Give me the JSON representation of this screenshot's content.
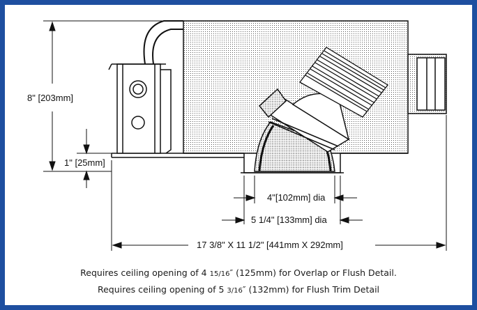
{
  "dimensions": {
    "height_overall": "8\" [203mm]",
    "flange_height": "1\" [25mm]",
    "aperture_dia": "4\"[102mm] dia",
    "trim_dia": "5 1/4\" [133mm] dia",
    "housing_size": "17 3/8\" X 11 1/2\" [441mm X 292mm]"
  },
  "notes": {
    "line1_prefix": "Requires ceiling opening of 4 ",
    "line1_fraction": "15/16",
    "line1_suffix": "″ (125mm) for Overlap or Flush Detail.",
    "line2_prefix": "Requires ceiling opening of 5 ",
    "line2_fraction": "3/16",
    "line2_suffix": "″ (132mm) for Flush Trim Detail"
  },
  "colors": {
    "border": "#1e4fa0",
    "line": "#111111"
  }
}
